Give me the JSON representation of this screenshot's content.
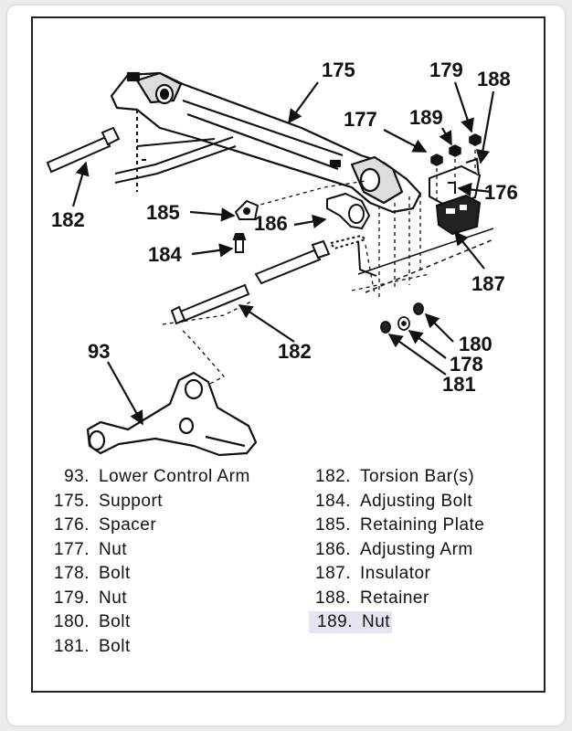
{
  "callouts": {
    "c175": "175",
    "c179": "179",
    "c188": "188",
    "c177": "177",
    "c189": "189",
    "c176": "176",
    "c182a": "182",
    "c185": "185",
    "c186": "186",
    "c184": "184",
    "c187": "187",
    "c180": "180",
    "c178": "178",
    "c181": "181",
    "c182b": "182",
    "c93": "93"
  },
  "legend_left": [
    {
      "num": "93.",
      "label": "Lower Control Arm"
    },
    {
      "num": "175.",
      "label": "Support"
    },
    {
      "num": "176.",
      "label": "Spacer"
    },
    {
      "num": "177.",
      "label": "Nut"
    },
    {
      "num": "178.",
      "label": "Bolt"
    },
    {
      "num": "179.",
      "label": "Nut"
    },
    {
      "num": "180.",
      "label": "Bolt"
    },
    {
      "num": "181.",
      "label": "Bolt"
    }
  ],
  "legend_right": [
    {
      "num": "182.",
      "label": "Torsion Bar(s)"
    },
    {
      "num": "184.",
      "label": "Adjusting Bolt"
    },
    {
      "num": "185.",
      "label": "Retaining Plate"
    },
    {
      "num": "186.",
      "label": "Adjusting Arm"
    },
    {
      "num": "187.",
      "label": "Insulator"
    },
    {
      "num": "188.",
      "label": "Retainer"
    },
    {
      "num": "189.",
      "label": "Nut"
    }
  ],
  "colors": {
    "ink": "#111111",
    "highlight": "#e4e4f2"
  }
}
